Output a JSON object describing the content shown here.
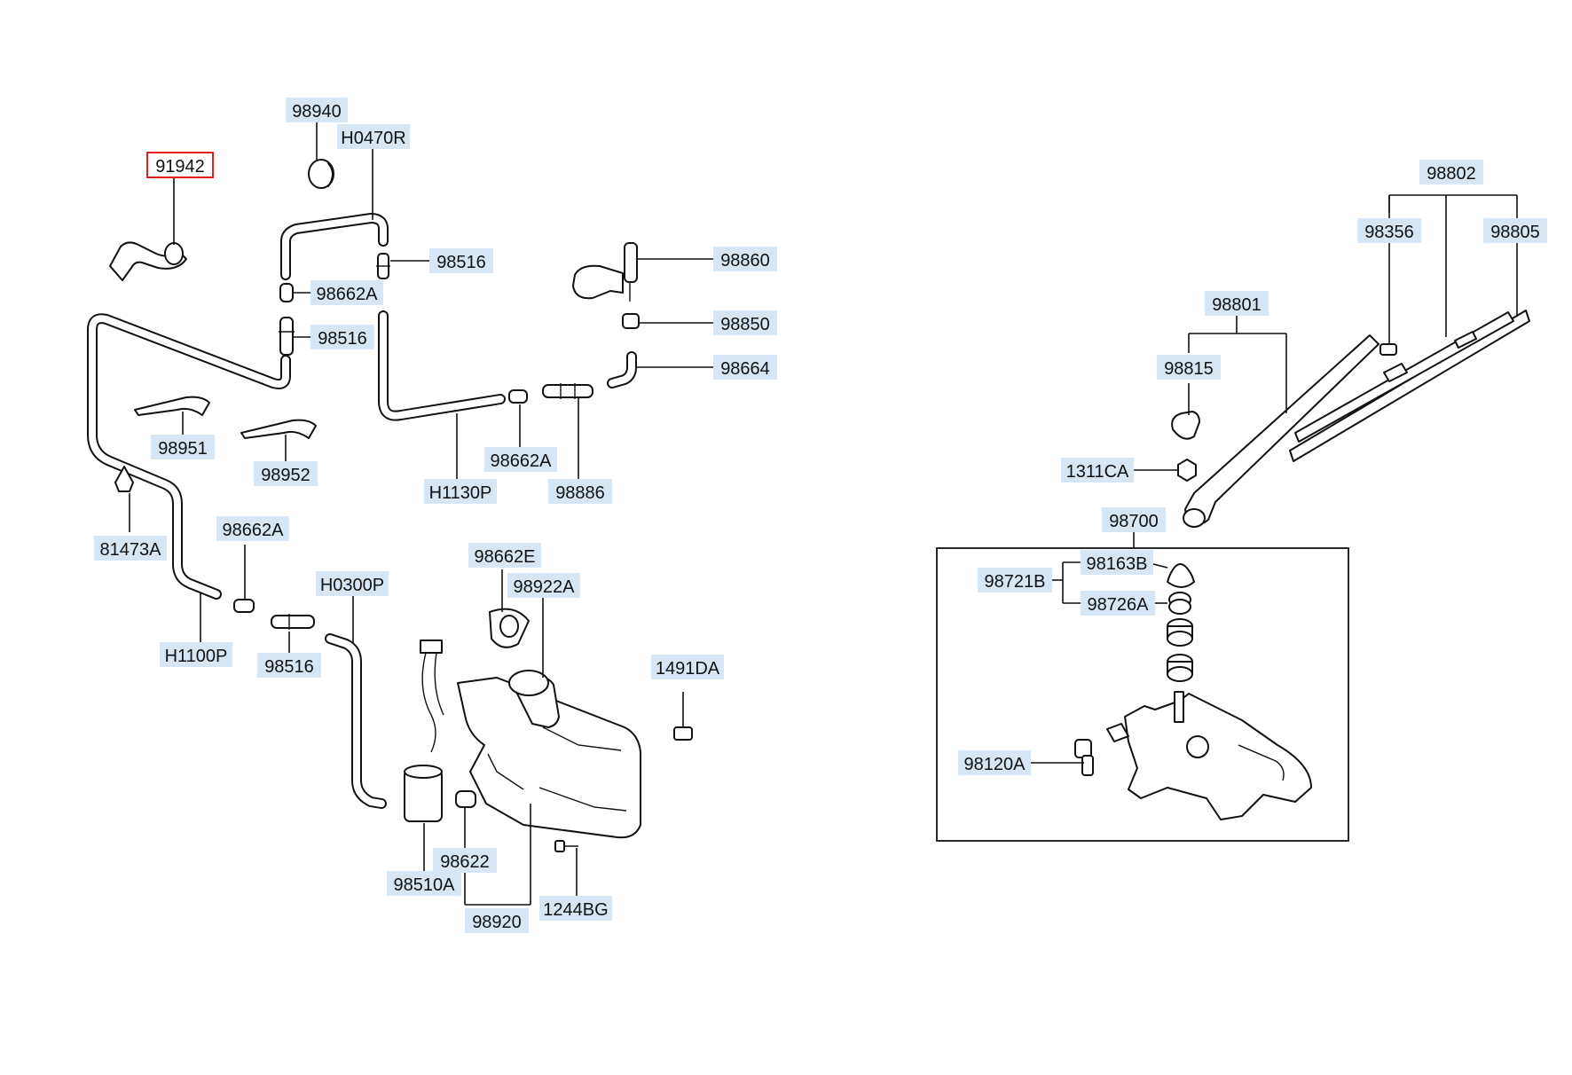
{
  "diagram": {
    "labels": {
      "l_98940": "98940",
      "l_h0470r": "H0470R",
      "l_91942": "91942",
      "l_98516_a": "98516",
      "l_98662a_a": "98662A",
      "l_98516_b": "98516",
      "l_98860": "98860",
      "l_98850": "98850",
      "l_98664": "98664",
      "l_98951": "98951",
      "l_98952": "98952",
      "l_98662a_b": "98662A",
      "l_h1130p": "H1130P",
      "l_98886": "98886",
      "l_81473a": "81473A",
      "l_98662a_c": "98662A",
      "l_98662e": "98662E",
      "l_98922a": "98922A",
      "l_h0300p": "H0300P",
      "l_1491da": "1491DA",
      "l_h1100p": "H1100P",
      "l_98516_c": "98516",
      "l_98622": "98622",
      "l_98510a": "98510A",
      "l_98920": "98920",
      "l_1244bg": "1244BG",
      "l_98802": "98802",
      "l_98356": "98356",
      "l_98805": "98805",
      "l_98801": "98801",
      "l_98815": "98815",
      "l_1311ca": "1311CA",
      "l_98700": "98700",
      "l_98163b": "98163B",
      "l_98721b": "98721B",
      "l_98726a": "98726A",
      "l_98120a": "98120A"
    },
    "selected_part": "91942",
    "colors": {
      "label_background": "#d6e6f5",
      "highlight_border": "#e02020",
      "line": "#111111"
    }
  }
}
